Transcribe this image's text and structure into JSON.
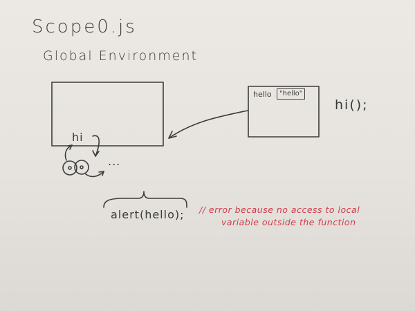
{
  "heading": {
    "title": "Scope0.js",
    "subtitle": "Global Environment"
  },
  "function_box": {
    "name": "hello",
    "value": "\"hello\""
  },
  "global_box": {
    "label": "hi",
    "trailing": "..."
  },
  "invocation": "hi();",
  "statement": "alert(hello);",
  "annotation": {
    "line1": "// error because no access to local",
    "line2": "variable outside the function",
    "color": "#d23a4a"
  }
}
